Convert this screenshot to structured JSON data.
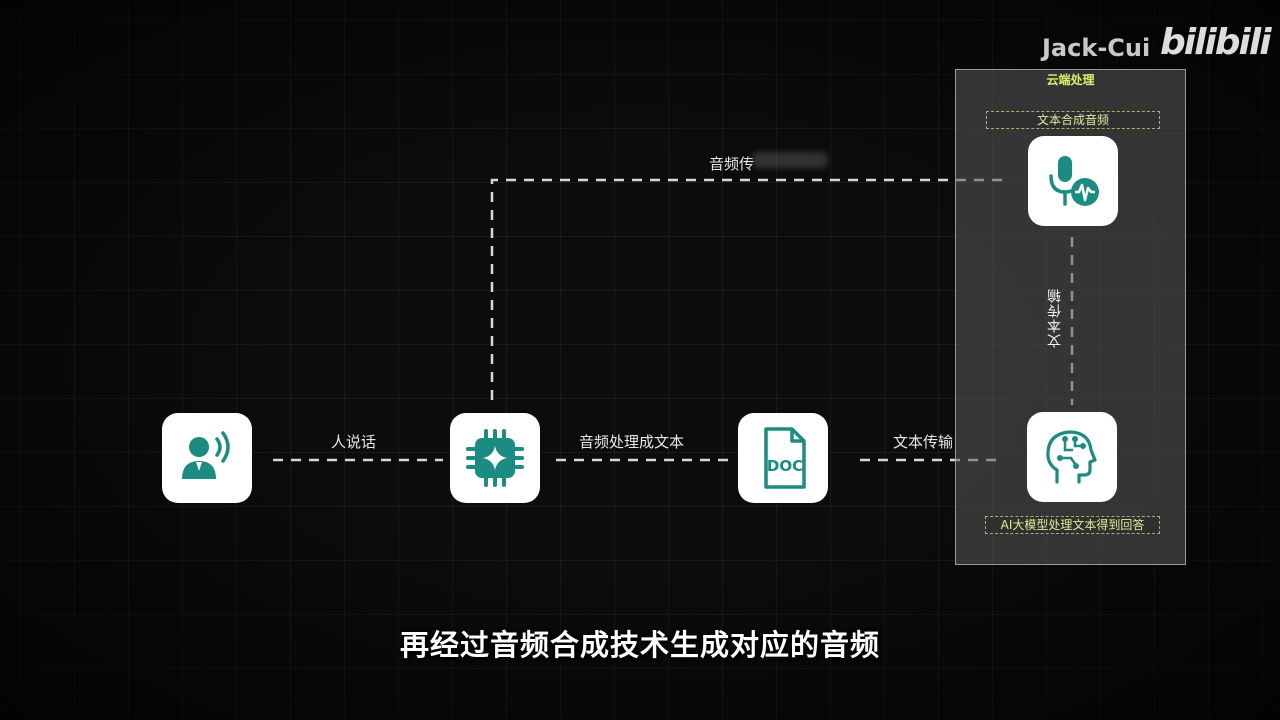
{
  "watermark": {
    "author": "Jack-Cui",
    "site": "bilibili"
  },
  "cloud": {
    "title": "云端处理",
    "tts_tag": "文本合成音频",
    "llm_tag": "AI大模型处理文本得到回答",
    "vertical_label": "文本传输"
  },
  "edges": {
    "speak": "人说话",
    "asr": "音频处理成文本",
    "send_text": "文本传输",
    "audio_return": "音频传"
  },
  "nodes": {
    "doc_text": "DOC"
  },
  "caption": "再经过音频合成技术生成对应的音频",
  "colors": {
    "accent": "#1a8c82",
    "cloud_text": "#d9f26a"
  },
  "icons": {
    "person": "speaking-person-icon",
    "chip": "chip-icon",
    "doc": "doc-file-icon",
    "tts": "microphone-waveform-icon",
    "ai": "ai-head-icon"
  }
}
